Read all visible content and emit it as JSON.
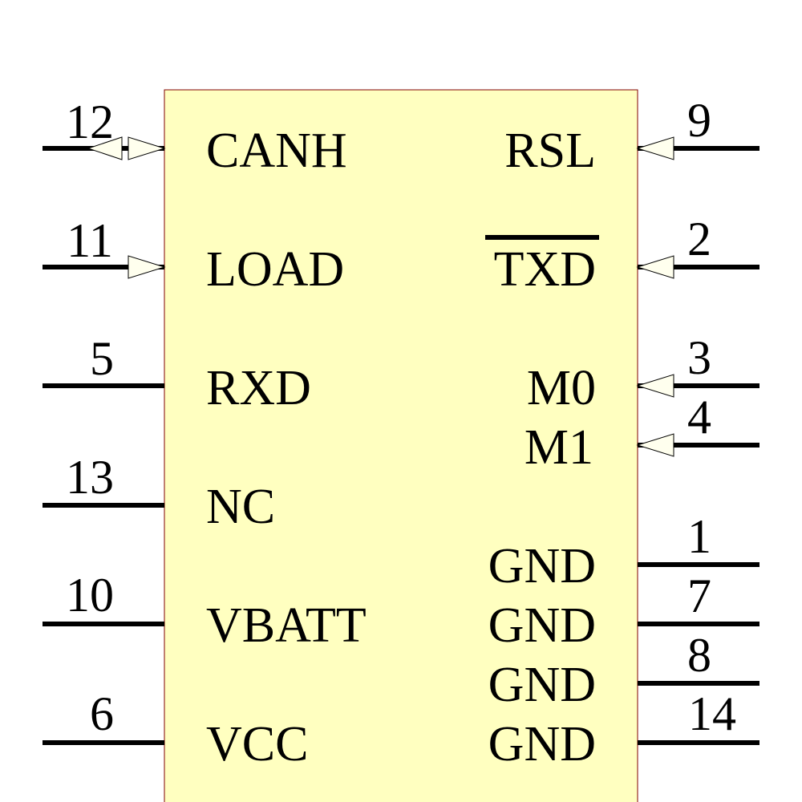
{
  "component": {
    "body_fill": "#ffffc0",
    "body_stroke": "#800000",
    "line_color": "#000000",
    "arrow_fill": "#ffffee"
  },
  "pins_left": [
    {
      "number": "12",
      "name": "CANH",
      "direction": "bidirectional"
    },
    {
      "number": "11",
      "name": "LOAD",
      "direction": "input"
    },
    {
      "number": "5",
      "name": "RXD",
      "direction": "passive"
    },
    {
      "number": "13",
      "name": "NC",
      "direction": "passive"
    },
    {
      "number": "10",
      "name": "VBATT",
      "direction": "passive"
    },
    {
      "number": "6",
      "name": "VCC",
      "direction": "passive"
    }
  ],
  "pins_right": [
    {
      "number": "9",
      "name": "RSL",
      "direction": "input",
      "overbar": false
    },
    {
      "number": "2",
      "name": "TXD",
      "direction": "input",
      "overbar": true
    },
    {
      "number": "3",
      "name": "M0",
      "direction": "input",
      "overbar": false
    },
    {
      "number": "4",
      "name": "M1",
      "direction": "input",
      "overbar": false
    },
    {
      "number": "1",
      "name": "GND",
      "direction": "passive",
      "overbar": false
    },
    {
      "number": "7",
      "name": "GND",
      "direction": "passive",
      "overbar": false
    },
    {
      "number": "8",
      "name": "GND",
      "direction": "passive",
      "overbar": false
    },
    {
      "number": "14",
      "name": "GND",
      "direction": "passive",
      "overbar": false
    }
  ]
}
